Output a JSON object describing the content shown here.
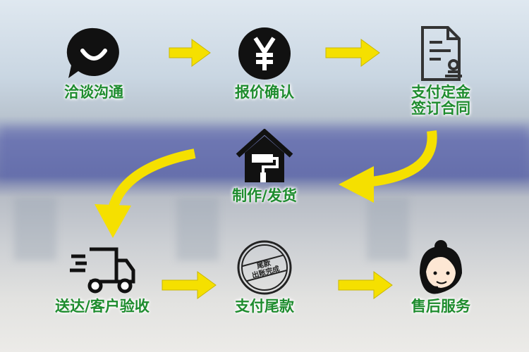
{
  "steps": [
    {
      "label": "洽谈沟通",
      "icon": "chat-bubble-smile-icon"
    },
    {
      "label": "报价确认",
      "icon": "yen-coin-icon"
    },
    {
      "label": "支付定金",
      "label2": "签订合同",
      "icon": "contract-document-icon"
    },
    {
      "label": "制作/发货",
      "icon": "house-paint-roller-icon"
    },
    {
      "label": "送达/客户验收",
      "icon": "delivery-truck-icon"
    },
    {
      "label": "支付尾款",
      "icon": "payment-stamp-icon",
      "stamp_line1": "尾款",
      "stamp_line2": "出账完成"
    },
    {
      "label": "售后服务",
      "icon": "customer-service-headset-icon"
    }
  ],
  "colors": {
    "label": "#1e8c2e",
    "arrow": "#f5e000",
    "icon": "#111111"
  }
}
